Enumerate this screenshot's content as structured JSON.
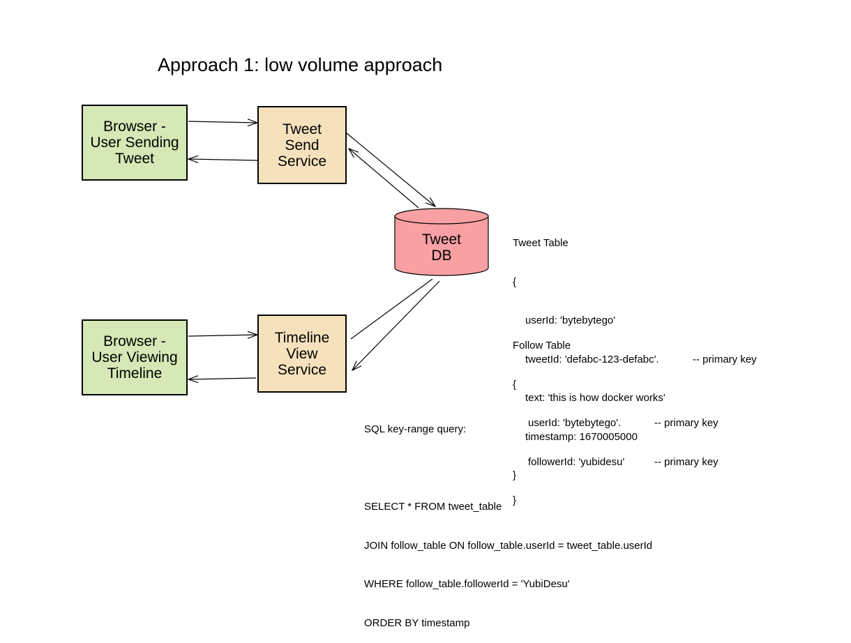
{
  "title": "Approach 1: low volume approach",
  "nodes": {
    "browser_send": [
      "Browser -",
      "User Sending",
      "Tweet"
    ],
    "tweet_send_service": [
      "Tweet",
      "Send",
      "Service"
    ],
    "tweet_db": [
      "Tweet",
      "DB"
    ],
    "browser_view": [
      "Browser -",
      "User Viewing",
      "Timeline"
    ],
    "timeline_view_service": [
      "Timeline",
      "View",
      "Service"
    ]
  },
  "colors": {
    "browser_fill": "#d5e8b5",
    "service_fill": "#f5e2bd",
    "db_fill": "#f8a0a3",
    "stroke": "#000000"
  },
  "tweet_table": {
    "name": "Tweet Table",
    "open": "{",
    "fields": [
      {
        "text": "userId: 'bytebytego'",
        "comment": ""
      },
      {
        "text": "tweetId: 'defabc-123-defabc'.",
        "comment": "-- primary key"
      },
      {
        "text": "text: 'this is how docker works'",
        "comment": ""
      },
      {
        "text": "timestamp: 1670005000",
        "comment": ""
      }
    ],
    "close": "}"
  },
  "follow_table": {
    "name": "Follow Table",
    "open": "{",
    "fields": [
      {
        "text": "userId: 'bytebytego'.",
        "comment": "-- primary key"
      },
      {
        "text": "followerId: 'yubidesu'",
        "comment": "-- primary key"
      }
    ],
    "close": "}"
  },
  "query": {
    "heading": "SQL key-range query:",
    "lines": [
      "SELECT * FROM tweet_table",
      "JOIN follow_table ON follow_table.userId = tweet_table.userId",
      "WHERE follow_table.followerId = 'YubiDesu'",
      "ORDER BY timestamp"
    ]
  }
}
